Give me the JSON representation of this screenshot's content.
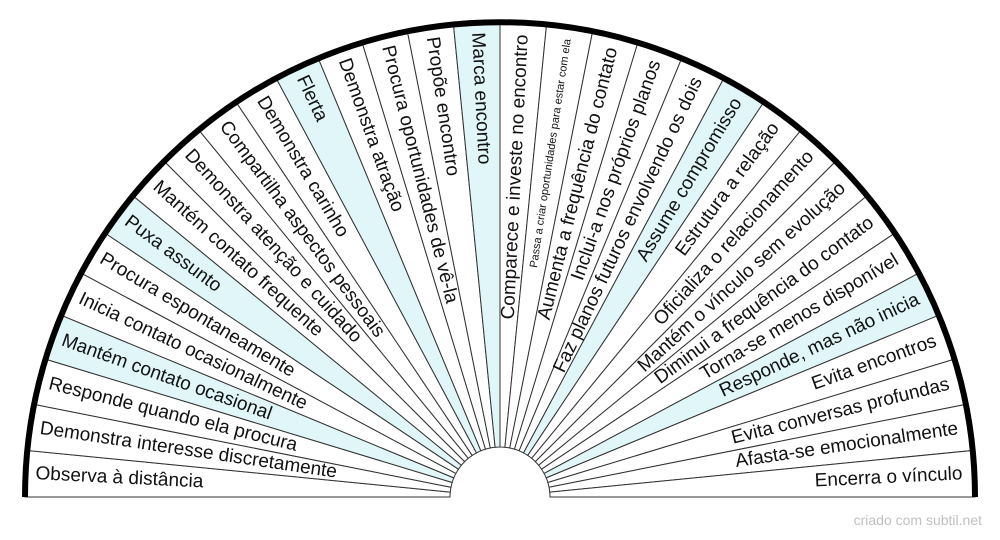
{
  "highlight_color": "#e0f6f8",
  "base_color": "#ffffff",
  "outline_color": "#000000",
  "credit": "criado com subtil.net",
  "segments": [
    {
      "label": "Observa à distância",
      "highlight": false
    },
    {
      "label": "Demonstra interesse discretamente",
      "highlight": false
    },
    {
      "label": "Responde quando ela procura",
      "highlight": false
    },
    {
      "label": "Mantém contato ocasional",
      "highlight": true
    },
    {
      "label": "Inicia contato ocasionalmente",
      "highlight": false
    },
    {
      "label": "Procura espontaneamente",
      "highlight": false
    },
    {
      "label": "Puxa assunto",
      "highlight": true
    },
    {
      "label": "Mantém contato frequente",
      "highlight": false
    },
    {
      "label": "Demonstra atenção e cuidado",
      "highlight": false
    },
    {
      "label": "Compartilha aspectos pessoais",
      "highlight": false
    },
    {
      "label": "Demonstra carinho",
      "highlight": false
    },
    {
      "label": "Flerta",
      "highlight": true
    },
    {
      "label": "Demonstra atração",
      "highlight": false
    },
    {
      "label": "Procura oportunidades de vê-la",
      "highlight": false
    },
    {
      "label": "Propõe encontro",
      "highlight": false
    },
    {
      "label": "Marca encontro",
      "highlight": true
    },
    {
      "label": "Comparece e investe no encontro",
      "highlight": false
    },
    {
      "label": "Passa a criar oportunidades para estar com ela",
      "highlight": false,
      "small": true
    },
    {
      "label": "Aumenta a frequência do contato",
      "highlight": false
    },
    {
      "label": "Inclui-a nos próprios planos",
      "highlight": false
    },
    {
      "label": "Faz planos futuros envolvendo os dois",
      "highlight": false
    },
    {
      "label": "Assume compromisso",
      "highlight": true
    },
    {
      "label": "Estrutura a relação",
      "highlight": false
    },
    {
      "label": "Oficializa o relacionamento",
      "highlight": false
    },
    {
      "label": "Mantém o vínculo sem evolução",
      "highlight": false
    },
    {
      "label": "Diminui a frequência do contato",
      "highlight": false
    },
    {
      "label": "Torna-se menos disponível",
      "highlight": false
    },
    {
      "label": "Responde, mas não inicia",
      "highlight": true
    },
    {
      "label": "Evita encontros",
      "highlight": false
    },
    {
      "label": "Evita conversas profundas",
      "highlight": false
    },
    {
      "label": "Afasta-se emocionalmente",
      "highlight": false
    },
    {
      "label": "Encerra o vínculo",
      "highlight": false
    }
  ]
}
